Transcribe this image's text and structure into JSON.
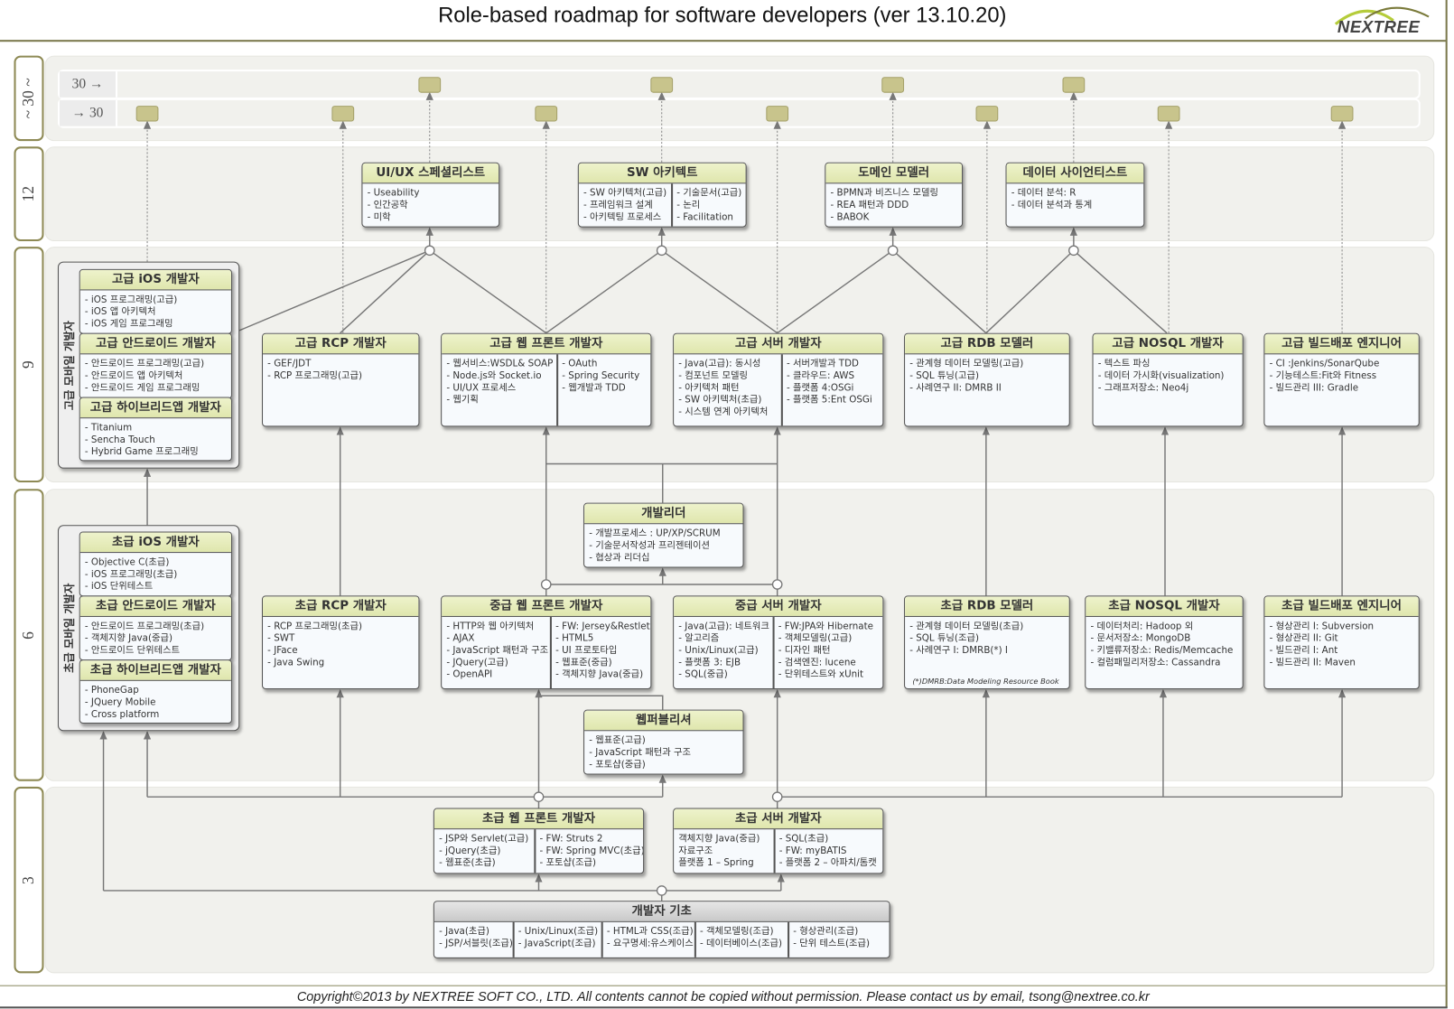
{
  "title": "Role-based roadmap for software developers  (ver 13.10.20)",
  "logo": "NEXTREE",
  "footer": "Copyright©2013 by NEXTREE SOFT CO., LTD. All   contents cannot be copied without permission. Please contact us by email, tsong@nextree.co.kr",
  "rows": [
    "~ 30 ~",
    "12",
    "9",
    "6",
    "3"
  ],
  "strips": [
    "30 →",
    "→ 30"
  ],
  "colors": {
    "accent_header": "#e6ebbd",
    "milestone": "#c8c48c",
    "frame": "#7c7a4e"
  },
  "groups": {
    "senior_mobile": {
      "label": "고급 모바일 개발자",
      "boxes": [
        {
          "id": "ios_sr",
          "title": "고급 iOS 개발자",
          "cols": [
            [
              "- iOS 프로그래밍(고급)",
              "- iOS 앱 아키텍처",
              "- iOS 게임 프로그래밍"
            ]
          ]
        },
        {
          "id": "android_sr",
          "title": "고급 안드로이드 개발자",
          "cols": [
            [
              "- 안드로이드 프로그래밍(고급)",
              "- 안드로이드 앱 아키텍처",
              "- 안드로이드 게임 프로그래밍"
            ]
          ]
        },
        {
          "id": "hybrid_sr",
          "title": "고급 하이브리드앱 개발자",
          "cols": [
            [
              "- Titanium",
              "- Sencha Touch",
              "- Hybrid Game 프로그래밍"
            ]
          ]
        }
      ]
    },
    "junior_mobile": {
      "label": "초급 모바일 개발자",
      "boxes": [
        {
          "id": "ios_jr",
          "title": "초급 iOS 개발자",
          "cols": [
            [
              "- Objective C(초급)",
              "- iOS 프로그래밍(초급)",
              "- iOS 단위테스트"
            ]
          ]
        },
        {
          "id": "android_jr",
          "title": "초급 안드로이드 개발자",
          "cols": [
            [
              "- 안드로이드 프로그래밍(초급)",
              "- 객체지향 Java(중급)",
              "- 안드로이드 단위테스트"
            ]
          ]
        },
        {
          "id": "hybrid_jr",
          "title": "초급 하이브리드앱 개발자",
          "cols": [
            [
              "- PhoneGap",
              "- JQuery Mobile",
              "- Cross platform"
            ]
          ]
        }
      ]
    }
  },
  "boxes": [
    {
      "id": "uiux",
      "title": "UI/UX 스페셜리스트",
      "cols": [
        [
          "- Useability",
          "- 인간공학",
          "- 미학"
        ]
      ]
    },
    {
      "id": "swarch",
      "title": "SW 아키텍트",
      "cols": [
        [
          "- SW 아키텍처(고급)",
          "- 프레임워크 설계",
          "- 아키텍팅 프로세스"
        ],
        [
          "- 기술문서(고급)",
          "- 논리",
          "- Facilitation"
        ]
      ]
    },
    {
      "id": "domain",
      "title": "도메인 모델러",
      "cols": [
        [
          "- BPMN과 비즈니스 모델링",
          "- REA 패턴과 DDD",
          "- BABOK"
        ]
      ]
    },
    {
      "id": "datasci",
      "title": "데이터 사이언티스트",
      "cols": [
        [
          "- 데이터 분석: R",
          "- 데이터 분석과 통계"
        ]
      ]
    },
    {
      "id": "rcp_sr",
      "title": "고급 RCP 개발자",
      "cols": [
        [
          "- GEF/JDT",
          "- RCP 프로그래밍(고급)"
        ]
      ]
    },
    {
      "id": "web_sr",
      "title": "고급 웹 프론트 개발자",
      "cols": [
        [
          "- 웹서비스:WSDL& SOAP",
          "- Node.js와 Socket.io",
          "- UI/UX 프로세스",
          "- 웹기획"
        ],
        [
          "- OAuth",
          "- Spring Security",
          "- 웹개발과 TDD"
        ]
      ]
    },
    {
      "id": "server_sr",
      "title": "고급 서버 개발자",
      "cols": [
        [
          "- Java(고급): 동시성",
          "- 컴포넌트 모델링",
          "- 아키텍처 패턴",
          "- SW 아키텍처(초급)",
          "- 시스템 연계 아키텍처"
        ],
        [
          "- 서버개발과 TDD",
          "- 클라우드: AWS",
          "- 플랫폼 4:OSGi",
          "- 플랫폼 5:Ent OSGi"
        ]
      ]
    },
    {
      "id": "rdb_sr",
      "title": "고급 RDB 모델러",
      "cols": [
        [
          "- 관계형 데이터 모델링(고급)",
          "- SQL 튜닝(고급)",
          "- 사례연구 II: DMRB II"
        ]
      ]
    },
    {
      "id": "nosql_sr",
      "title": "고급 NOSQL 개발자",
      "cols": [
        [
          "- 텍스트 파싱",
          "- 데이터 가시화(visualization)",
          "- 그래프저장소: Neo4j"
        ]
      ]
    },
    {
      "id": "build_sr",
      "title": "고급 빌드배포 엔지니어",
      "cols": [
        [
          "- CI :Jenkins/SonarQube",
          "- 기능테스트:Fit와 Fitness",
          "- 빌드관리 III: Gradle"
        ]
      ]
    },
    {
      "id": "lead",
      "title": "개발리더",
      "cols": [
        [
          "- 개발프로세스 : UP/XP/SCRUM",
          "- 기술문서작성과 프리젠테이션",
          "- 협상과 리더십"
        ]
      ]
    },
    {
      "id": "rcp_jr",
      "title": "초급 RCP 개발자",
      "cols": [
        [
          "- RCP 프로그래밍(초급)",
          "- SWT",
          "- JFace",
          "- Java Swing"
        ]
      ]
    },
    {
      "id": "web_mid",
      "title": "중급 웹 프론트 개발자",
      "cols": [
        [
          "- HTTP와 웹 아키텍처",
          "- AJAX",
          "- JavaScript 패턴과 구조",
          "- JQuery(고급)",
          "- OpenAPI"
        ],
        [
          "- FW: Jersey&Restlet",
          "- HTML5",
          "- UI 프로토타입",
          "- 웹표준(중급)",
          "- 객체지향 Java(중급)"
        ]
      ]
    },
    {
      "id": "server_mid",
      "title": "중급 서버 개발자",
      "cols": [
        [
          "- Java(고급): 네트워크",
          "- 알고리즘",
          "- Unix/Linux(고급)",
          "- 플랫폼 3: EJB",
          "- SQL(중급)"
        ],
        [
          "- FW:JPA와 Hibernate",
          "- 객체모델링(고급)",
          "- 디자인 패턴",
          "- 검색엔진: lucene",
          "- 단위테스트와 xUnit"
        ]
      ]
    },
    {
      "id": "rdb_jr",
      "title": "초급 RDB 모델러",
      "cols": [
        [
          "- 관계형 데이터 모델링(초급)",
          "- SQL 튜닝(조급)",
          "- 사례연구 I: DMRB(*) I"
        ]
      ],
      "footnote": "(*)DMRB:Data Modeling Resource Book"
    },
    {
      "id": "nosql_jr",
      "title": "초급 NOSQL 개발자",
      "cols": [
        [
          "- 데이터처리: Hadoop 외",
          "- 문서저장소: MongoDB",
          "- 키밸류저장소: Redis/Memcache",
          "- 컬럼패밀리저장소: Cassandra"
        ]
      ]
    },
    {
      "id": "build_jr",
      "title": "초급 빌드배포 엔지니어",
      "cols": [
        [
          "- 형상관리 I: Subversion",
          "- 형상관리 II: Git",
          "- 빌드관리 I: Ant",
          "- 빌드관리 II: Maven"
        ]
      ]
    },
    {
      "id": "publisher",
      "title": "웹퍼블리셔",
      "cols": [
        [
          "- 웹표준(고급)",
          "- JavaScript 패턴과 구조",
          "- 포토샵(중급)"
        ]
      ]
    },
    {
      "id": "web_jr",
      "title": "초급 웹 프론트 개발자",
      "cols": [
        [
          "- JSP와 Servlet(고급)",
          "- jQuery(초급)",
          "- 웹표준(초급)"
        ],
        [
          "- FW: Struts 2",
          "- FW: Spring MVC(초급)",
          "- 포토샵(조급)"
        ]
      ]
    },
    {
      "id": "server_jr",
      "title": "초급 서버 개발자",
      "cols": [
        [
          "객체지향 Java(중급)",
          "자료구조",
          "플랫폼 1 – Spring"
        ],
        [
          "- SQL(초급)",
          "- FW: myBATIS",
          "- 플랫폼 2 – 아파치/톰캣"
        ]
      ]
    },
    {
      "id": "basics",
      "title": "개발자 기초",
      "grey": true,
      "cols": [
        [
          "- Java(초급)",
          "- JSP/서블릿(조급)"
        ],
        [
          "- Unix/Linux(조급)",
          "- JavaScript(조급)"
        ],
        [
          "- HTML과 CSS(조급)",
          "- 요구명세:유스케이스"
        ],
        [
          "- 객체모델링(조급)",
          "- 데이터베이스(조급)"
        ],
        [
          "- 형상관리(조급)",
          "- 단위 테스트(조급)"
        ]
      ]
    }
  ]
}
